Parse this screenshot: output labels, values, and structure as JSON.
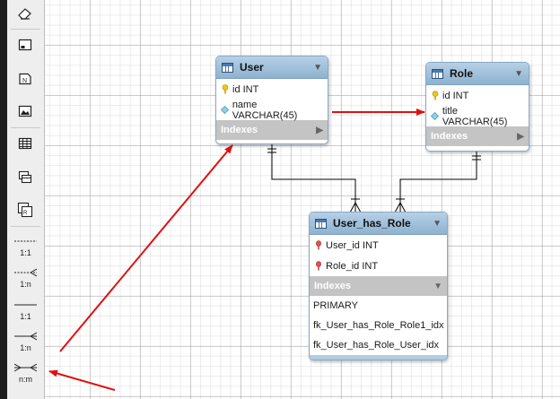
{
  "toolbar": {
    "tools": [
      {
        "name": "eraser-icon"
      },
      {
        "name": "layer-icon"
      },
      {
        "name": "note-icon"
      },
      {
        "name": "image-icon"
      },
      {
        "name": "table-icon"
      },
      {
        "name": "view-icon"
      },
      {
        "name": "routine-group-icon"
      }
    ],
    "relationships": [
      {
        "label": "1:1",
        "kind": "non-identifying"
      },
      {
        "label": "1:n",
        "kind": "non-identifying"
      },
      {
        "label": "1:1",
        "kind": "identifying"
      },
      {
        "label": "1:n",
        "kind": "identifying"
      },
      {
        "label": "n:m",
        "kind": "identifying"
      }
    ]
  },
  "tables": {
    "user": {
      "title": "User",
      "columns": [
        {
          "text": "id INT",
          "icon": "primary-key-icon"
        },
        {
          "text": "name VARCHAR(45)",
          "icon": "column-diamond-icon"
        }
      ],
      "indexes_label": "Indexes"
    },
    "role": {
      "title": "Role",
      "columns": [
        {
          "text": "id INT",
          "icon": "primary-key-icon"
        },
        {
          "text": "title VARCHAR(45)",
          "icon": "column-diamond-icon"
        }
      ],
      "indexes_label": "Indexes"
    },
    "user_has_role": {
      "title": "User_has_Role",
      "columns": [
        {
          "text": "User_id INT",
          "icon": "foreign-key-icon"
        },
        {
          "text": "Role_id INT",
          "icon": "foreign-key-icon"
        }
      ],
      "indexes_label": "Indexes",
      "indexes": [
        "PRIMARY",
        "fk_User_has_Role_Role1_idx",
        "fk_User_has_Role_User_idx"
      ]
    }
  },
  "colors": {
    "header_gradient_top": "#b6d0e6",
    "header_gradient_bottom": "#8eb2d0",
    "indexes_bar": "#c4c4c4",
    "annotation_arrow": "#e01010",
    "connector": "#000000"
  }
}
